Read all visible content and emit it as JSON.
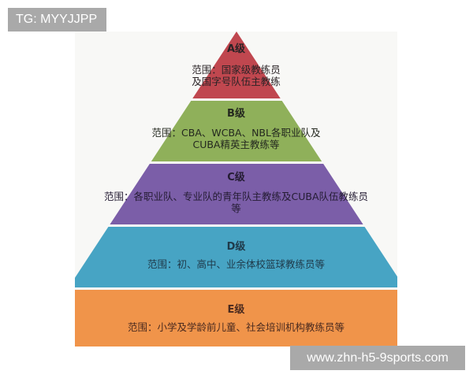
{
  "watermarks": {
    "top_left": "TG: MYYJJPP",
    "bottom_right": "www.zhn-h5-9sports.com"
  },
  "pyramid": {
    "tiers": [
      {
        "id": "a",
        "title": "A级",
        "lines": [
          "范围：国家级教练员",
          "及国字号队伍主教练"
        ],
        "color": "#c0474f",
        "text_color": "#2a2326"
      },
      {
        "id": "b",
        "title": "B级",
        "lines": [
          "范围：CBA、WCBA、NBL各职业队及",
          "CUBA精英主教练等"
        ],
        "color": "#8fb05a",
        "text_color": "#24281f"
      },
      {
        "id": "c",
        "title": "C级",
        "lines": [
          "范围：各职业队、专业队的青年队主教练及CUBA队伍教练员",
          "等"
        ],
        "color": "#7b5ea8",
        "text_color": "#241c33"
      },
      {
        "id": "d",
        "title": "D级",
        "lines": [
          "范围：初、高中、业余体校篮球教练员等"
        ],
        "color": "#47a4c4",
        "text_color": "#1f3a4a"
      },
      {
        "id": "e",
        "title": "E级",
        "lines": [
          "范围：小学及学龄前儿童、社会培训机构教练员等"
        ],
        "color": "#f0944a",
        "text_color": "#4a2a1f"
      }
    ]
  }
}
